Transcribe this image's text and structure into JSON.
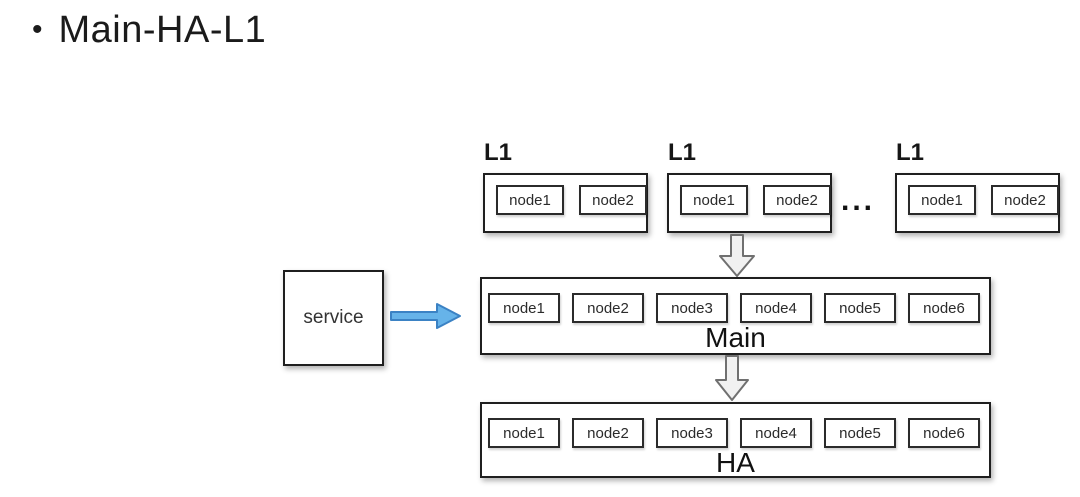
{
  "title": {
    "bullet": "•",
    "text": "Main-HA-L1"
  },
  "colors": {
    "background": "#ffffff",
    "text": "#1b1b1b",
    "box_border": "#1f1f1f",
    "node_border": "#2b2b2b",
    "blue_arrow_fill": "#66b3e9",
    "blue_arrow_stroke": "#3b82c4",
    "down_arrow_fill": "#f1f1f1",
    "down_arrow_stroke": "#707070"
  },
  "diagram": {
    "l1_clusters": [
      {
        "label": "L1",
        "nodes": [
          "node1",
          "node2"
        ]
      },
      {
        "label": "L1",
        "nodes": [
          "node1",
          "node2"
        ]
      },
      {
        "label": "L1",
        "nodes": [
          "node1",
          "node2"
        ]
      }
    ],
    "ellipsis": "...",
    "service": {
      "label": "service"
    },
    "main": {
      "label": "Main",
      "nodes": [
        "node1",
        "node2",
        "node3",
        "node4",
        "node5",
        "node6"
      ]
    },
    "ha": {
      "label": "HA",
      "nodes": [
        "node1",
        "node2",
        "node3",
        "node4",
        "node5",
        "node6"
      ]
    }
  }
}
